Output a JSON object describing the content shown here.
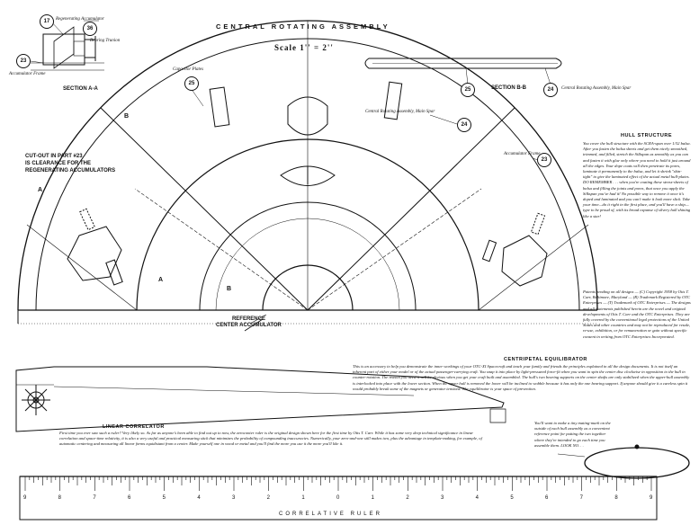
{
  "title": "CENTRAL ROTATING ASSEMBLY",
  "scale": "Scale 1'' = 2''",
  "section_aa": {
    "label": "SECTION A-A",
    "regenerating": "Regenerating Accumulator",
    "bearing": "Bearing Trunion",
    "frame": "Accumulator Frame",
    "n17": "17",
    "n36": "36",
    "n23": "23"
  },
  "section_bb": {
    "label": "SECTION B-B",
    "spar": "Central Rotating Assembly, Main Spar",
    "n25": "25",
    "n24": "24"
  },
  "callouts": {
    "capacitor": "Capacitor Plates",
    "n25": "25",
    "spar": "Central Rotating Assembly, Main Spar",
    "n24": "24",
    "frame": "Accumulator Frame",
    "n23": "23"
  },
  "cutout": [
    "CUT-OUT IN PART #23",
    "IS CLEARANCE FOR THE",
    "REGENERATING ACCUMULATORS"
  ],
  "reference": [
    "REFERENCE",
    "CENTER ACCUMULATOR"
  ],
  "markers": {
    "b": "B",
    "a": "A"
  },
  "hull": {
    "title": "HULL STRUCTURE",
    "text": "You cover the hull structure with the SCRA-span over 1/32 balsa. After you fasten the balsa sheets and get them nicely smoothed, trimmed, and filled, stretch the Silkspan as smoothly as you can and fasten it with glue only where you need to hold it just around all the edges. Your dope coats will then penetrate its pores, laminate it permanently to the balsa, and let it shrink \"skin-tight\" to give the laminated effect of the actual metal hull-plates. DO REMEMBER . . . when you're coating these stress-sheets of balsa and filling the joints and pores, that once you apply the Silkspan you've had it! No possible way to remove it once it's doped and laminated and you can't make it look more slick. Take your time—do it right in the first place, and you'll have a ship—type to be proud of, with its broad expanse of silvery hull shining like a star!"
  },
  "patents": {
    "text": "Patents pending on all designs — (C) Copyright 1958 by Otis T. Carr, Baltimore, Maryland — (R) Trademark Registered by OTC Enterprises — (T) Trademark of OTC Enterprises — The designs and all statements published herein are the novel and original developments of Otis T. Carr and the OTC Enterprises. They are fully covered by the conventional legal protections of the United States and other countries and may not be reproduced for resale, re-use, exhibition, or for remuneration or gain without specific consent in writing from OTC Enterprises Incorporated."
  },
  "centripetal": {
    "title": "CENTRIPETAL EQUILIBRATOR",
    "text": "This is an accessory to help you demonstrate the inner workings of your OTC-XI Spacecraft and teach your family and friends the principles explained in all the design documents. It is not itself an inherent part of either your model or of the actual passenger-carrying craft. You snap it into place by light-pressured force-fit when you want to spin the center disc clockwise in opposition to the hull in counter-rotation. The reason you need it will be obvious when you get your craft built and assembled. The hull's two bearing supports on the center shafts are only stabilized when the upper-hull assembly is interlocked into place with the lower section. When the upper hull is removed the lower will be inclined to wobble because it has only the one bearing support. If anyone should give it a careless spin it would probably break some of the magnets or generator tensions. The equilibrator is your space of prevention.",
    "note": "You'll want to make a tiny mating-mark on the outside of each hull assembly as a convenient reference point for putting the two together where they're intended to go each time you assemble them. LOOK NO. . ."
  },
  "linear": {
    "title": "LINEAR CORRELATOR",
    "text": "First time you ever saw such a ruler? Very likely so. As far as anyone's been able to find out up to now, the zeroconter ruler is the original design shown here for the first time by Otis T. Carr. While it has some very deep technical significance in linear correlation and space-time relativity, it is also a very useful and practical measuring stick that minimizes the probability of compounding inaccuracies. Numerically, your zero-and-one still makes two, plus the advantage in template-making, for example, of automatic centering and measuring all linear forms equidistant from a center. Make yourself one in wood or metal and you'll find the more you use it the more you'll like it."
  },
  "ruler": {
    "label": "CORRELATIVE RULER",
    "numbers": [
      "9",
      "8",
      "7",
      "6",
      "5",
      "4",
      "3",
      "2",
      "1",
      "0",
      "1",
      "2",
      "3",
      "4",
      "5",
      "6",
      "7",
      "8",
      "9"
    ]
  }
}
